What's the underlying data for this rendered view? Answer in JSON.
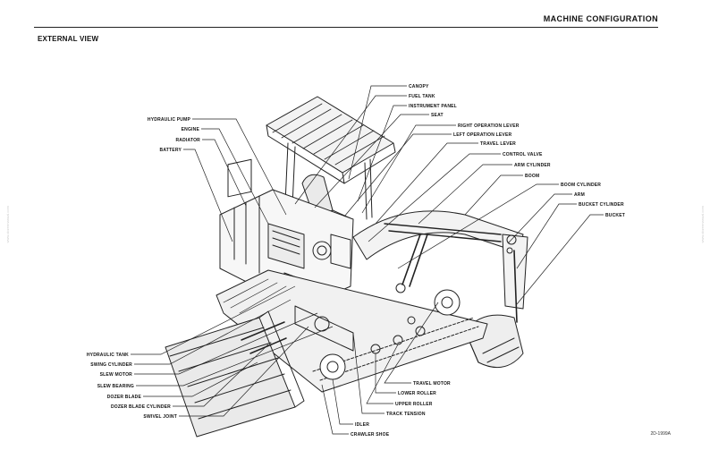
{
  "header": {
    "title": "MACHINE CONFIGURATION"
  },
  "section": {
    "title": "EXTERNAL VIEW"
  },
  "figure": {
    "code": "2D-1999A"
  },
  "watermark": {
    "text": "www.dozermanual.com"
  },
  "labels": {
    "canopy": "CANOPY",
    "fuel_tank": "FUEL TANK",
    "instrument_panel": "INSTRUMENT PANEL",
    "seat": "SEAT",
    "right_operation_lever": "RIGHT OPERATION LEVER",
    "left_operation_lever": "LEFT OPERATION LEVER",
    "travel_lever": "TRAVEL LEVER",
    "control_valve": "CONTROL VALVE",
    "arm_cylinder": "ARM CYLINDER",
    "boom": "BOOM",
    "boom_cylinder": "BOOM CYLINDER",
    "arm": "ARM",
    "bucket_cylinder": "BUCKET CYLINDER",
    "bucket": "BUCKET",
    "hydraulic_pump": "HYDRAULIC PUMP",
    "engine": "ENGINE",
    "radiator": "RADIATOR",
    "battery": "BATTERY",
    "hydraulic_tank": "HYDRAULIC TANK",
    "swing_cylinder": "SWING CYLINDER",
    "slew_motor": "SLEW MOTOR",
    "slew_bearing": "SLEW BEARING",
    "dozer_blade": "DOZER BLADE",
    "dozer_blade_cylinder": "DOZER BLADE CYLINDER",
    "swivel_joint": "SWIVEL JOINT",
    "travel_motor": "TRAVEL MOTOR",
    "lower_roller": "LOWER ROLLER",
    "upper_roller": "UPPER ROLLER",
    "track_tension": "TRACK TENSION",
    "idler": "IDLER",
    "crawler_shoe": "CRAWLER SHOE"
  }
}
